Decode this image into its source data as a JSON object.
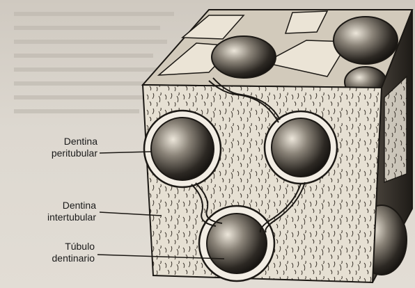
{
  "figure": {
    "labels": [
      {
        "line1": "Dentina",
        "line2": "peritubular"
      },
      {
        "line1": "Dentina",
        "line2": "intertubular"
      },
      {
        "line1": "Túbulo",
        "line2": "dentinario"
      }
    ]
  }
}
